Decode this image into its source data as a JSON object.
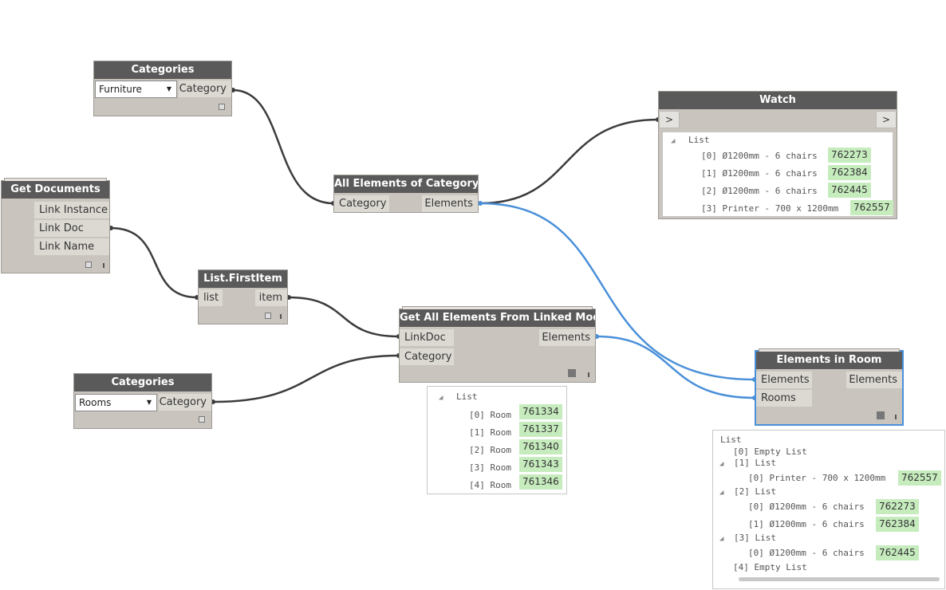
{
  "nodes": {
    "categories_top": {
      "title": "Categories",
      "dropdown": "Furniture",
      "output": "Category"
    },
    "get_documents": {
      "title": "Get Documents",
      "outputs": [
        "Link Instance",
        "Link Doc",
        "Link Name"
      ]
    },
    "all_elements": {
      "title": "All Elements of Category",
      "input": "Category",
      "output": "Elements"
    },
    "first_item": {
      "title": "List.FirstItem",
      "input": "list",
      "output": "item"
    },
    "categories_bottom": {
      "title": "Categories",
      "dropdown": "Rooms",
      "output": "Category"
    },
    "linked_model": {
      "title": "Get All Elements From Linked Model",
      "inputs": [
        "LinkDoc",
        "Category"
      ],
      "output": "Elements"
    },
    "watch": {
      "title": "Watch",
      "in_button": ">",
      "out_button": ">",
      "list_label": "List",
      "items": [
        {
          "index": "[0]",
          "text": "Ø1200mm - 6 chairs",
          "id": "762273"
        },
        {
          "index": "[1]",
          "text": "Ø1200mm - 6 chairs",
          "id": "762384"
        },
        {
          "index": "[2]",
          "text": "Ø1200mm - 6 chairs",
          "id": "762445"
        },
        {
          "index": "[3]",
          "text": "Printer - 700 x 1200mm",
          "id": "762557"
        }
      ]
    },
    "elements_in_room": {
      "title": "Elements in Room",
      "inputs": [
        "Elements",
        "Rooms"
      ],
      "output": "Elements"
    }
  },
  "previews": {
    "rooms": {
      "list_label": "List",
      "items": [
        {
          "index": "[0]",
          "text": "Room",
          "id": "761334"
        },
        {
          "index": "[1]",
          "text": "Room",
          "id": "761337"
        },
        {
          "index": "[2]",
          "text": "Room",
          "id": "761340"
        },
        {
          "index": "[3]",
          "text": "Room",
          "id": "761343"
        },
        {
          "index": "[4]",
          "text": "Room",
          "id": "761346"
        }
      ]
    },
    "room_elements": {
      "list_label": "List",
      "empty0": "[0] Empty List",
      "sub1": "[1] List",
      "sub1_item": {
        "index": "[0]",
        "text": "Printer - 700 x 1200mm",
        "id": "762557"
      },
      "sub2": "[2] List",
      "sub2_items": [
        {
          "index": "[0]",
          "text": "Ø1200mm - 6 chairs",
          "id": "762273"
        },
        {
          "index": "[1]",
          "text": "Ø1200mm - 6 chairs",
          "id": "762384"
        }
      ],
      "sub3": "[3] List",
      "sub3_item": {
        "index": "[0]",
        "text": "Ø1200mm - 6 chairs",
        "id": "762445"
      },
      "empty4": "[4] Empty List"
    }
  },
  "colors": {
    "wire_dark": "#3c3c3c",
    "wire_selected": "#4a90d9",
    "node_header": "#5a5a5a",
    "value_highlight": "#c6ecbe"
  }
}
